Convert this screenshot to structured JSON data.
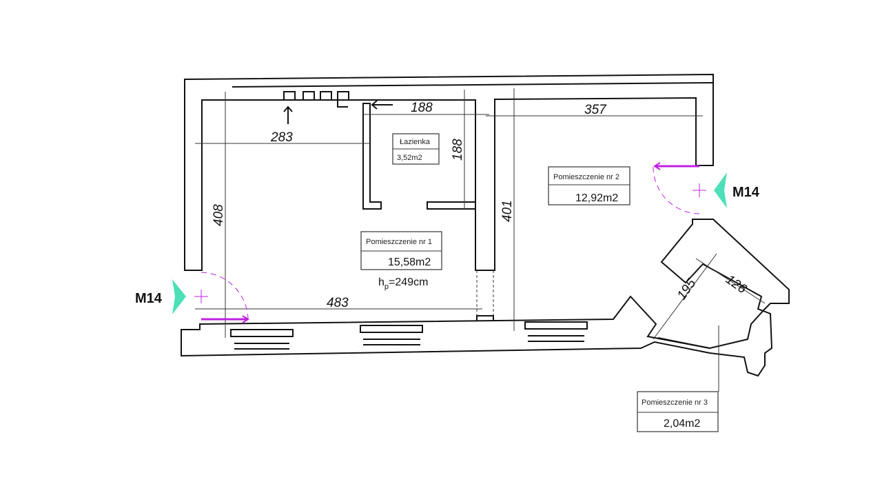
{
  "rooms": [
    {
      "name": "Pomieszczenie nr 1",
      "area": "15,58m2",
      "height_prefix": "h",
      "height_sub": "p",
      "height_value": "=249cm"
    },
    {
      "name": "Pomieszczenie nr 2",
      "area": "12,92m2"
    },
    {
      "name": "Pomieszczenie nr 3",
      "area": "2,04m2"
    },
    {
      "name": "Łazienka",
      "area": "3,52m2"
    }
  ],
  "dimensions": {
    "d283": "283",
    "d188h": "188",
    "d188v": "188",
    "d357": "357",
    "d408": "408",
    "d401": "401",
    "d483": "483",
    "d195": "195",
    "d126": "126"
  },
  "entrances": {
    "left": "M14",
    "right": "M14"
  },
  "colors": {
    "door": "#c020e0",
    "entrance_arrow": "#4de0b8"
  }
}
